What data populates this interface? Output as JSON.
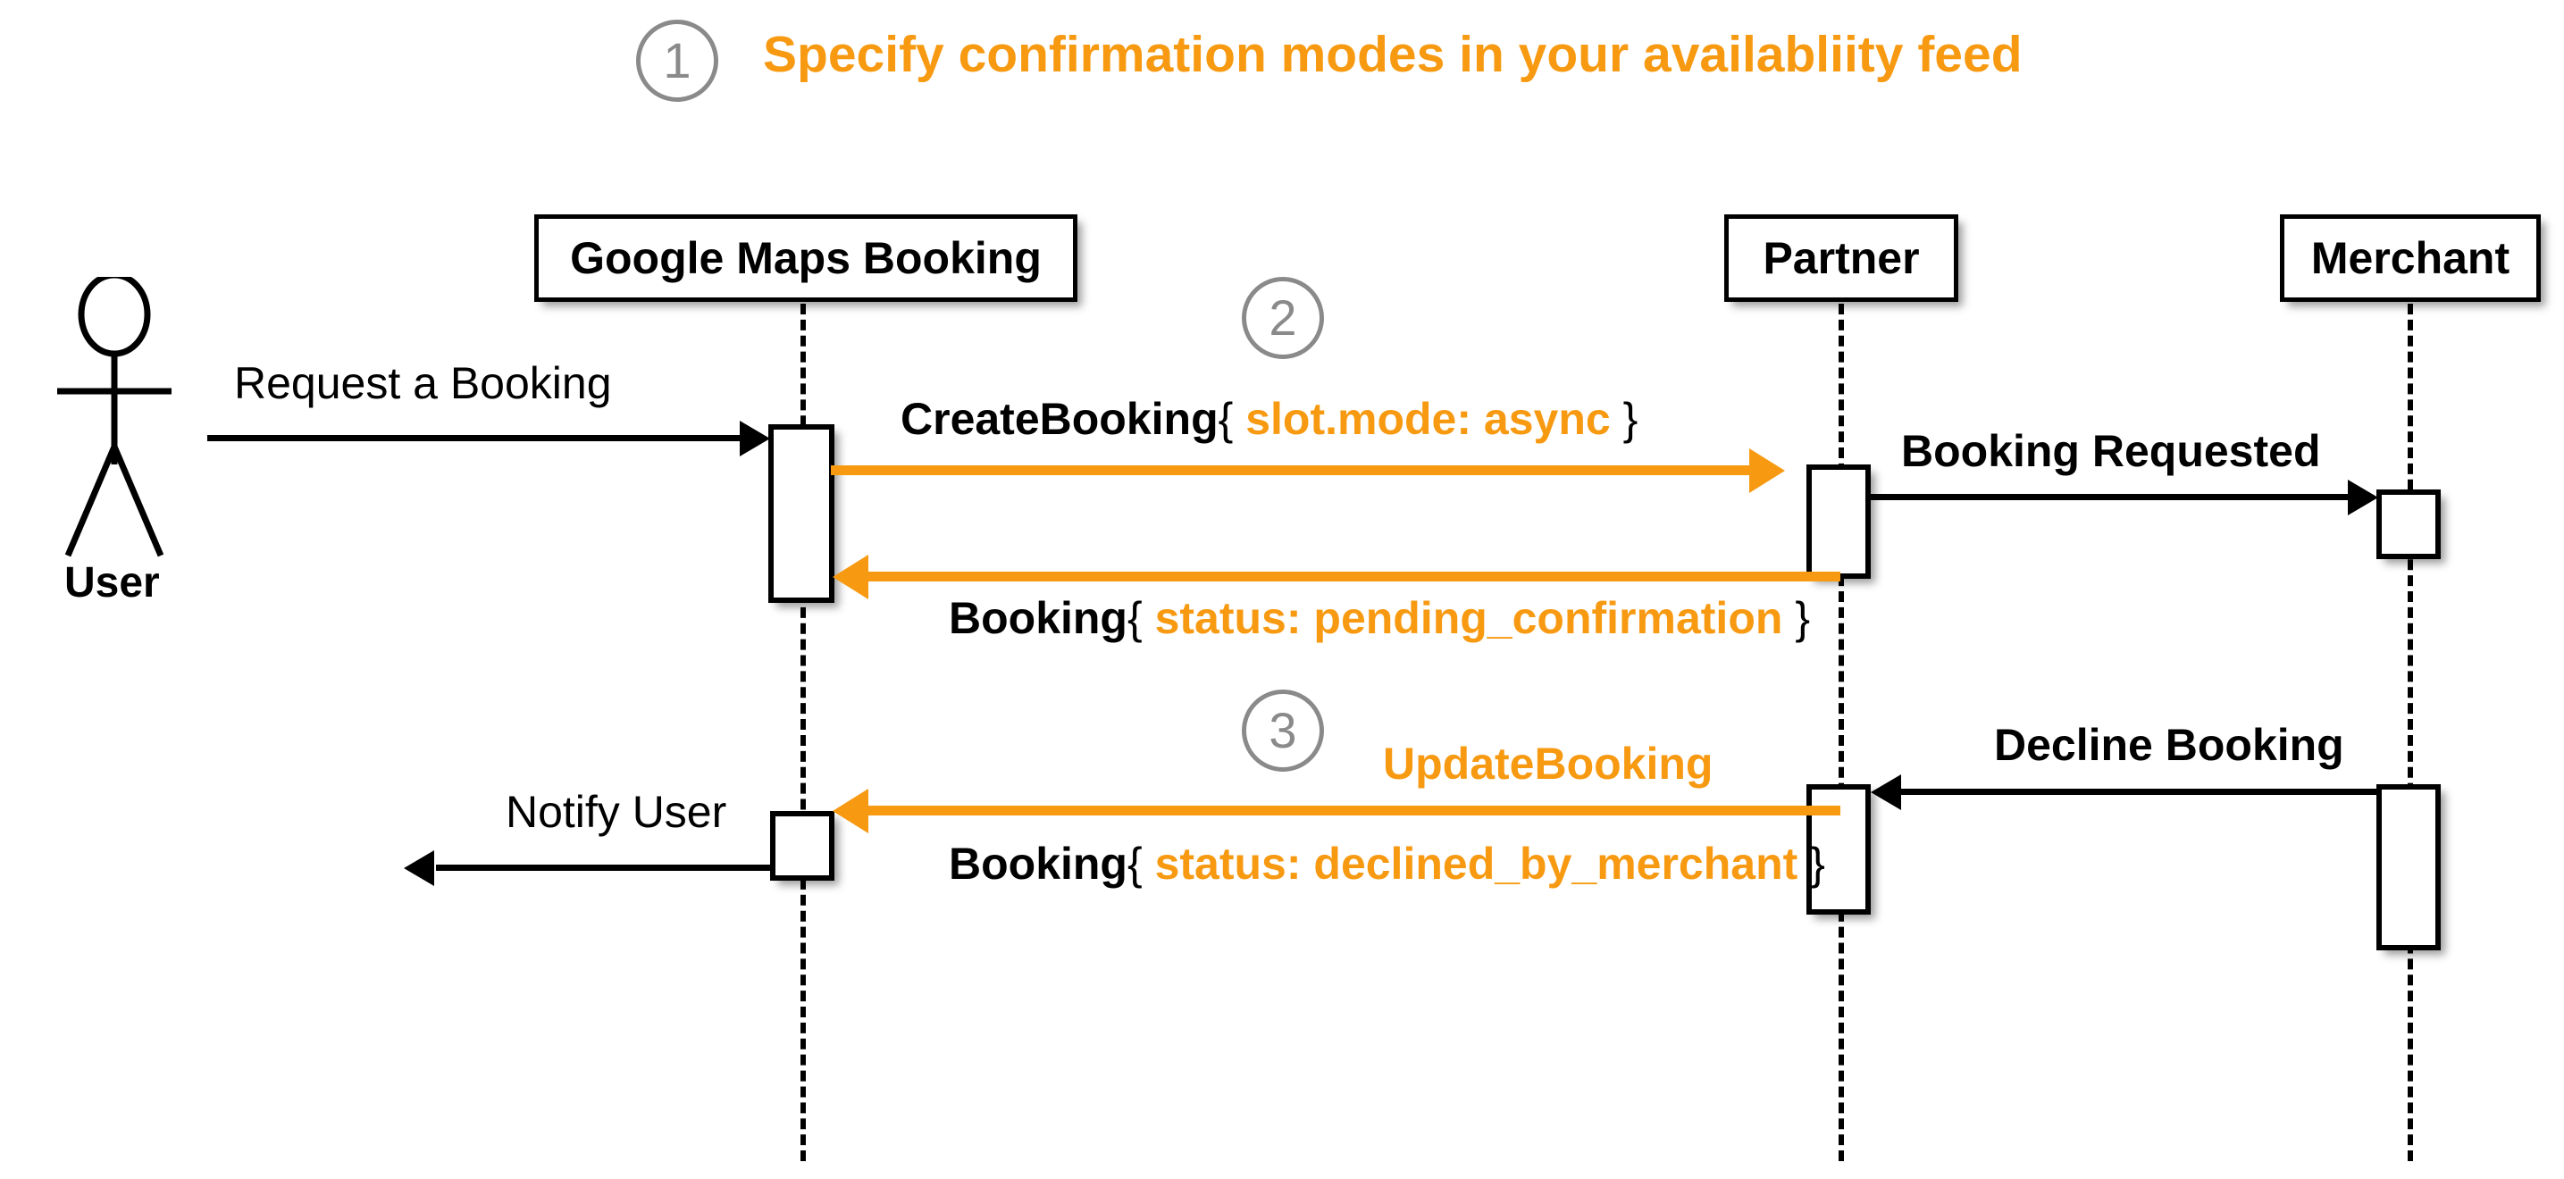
{
  "diagram": {
    "title": "Specify confirmation modes in your availabliity feed",
    "accent_color": "#f79a12",
    "marker_color": "#8a8a8a",
    "line_color": "#000000",
    "background": "#ffffff"
  },
  "steps": [
    {
      "number": "1"
    },
    {
      "number": "2"
    },
    {
      "number": "3"
    }
  ],
  "actor": {
    "label": "User"
  },
  "lifelines": [
    {
      "label": "Google Maps Booking"
    },
    {
      "label": "Partner"
    },
    {
      "label": "Merchant"
    }
  ],
  "messages": [
    {
      "id": "request-a-booking",
      "label": "Request a Booking",
      "style": "plain-black",
      "direction": "right",
      "from": "User",
      "to": "Google Maps Booking"
    },
    {
      "id": "create-booking",
      "label_prefix": "CreateBooking",
      "brace_open": "{",
      "label_value": "slot.mode: async",
      "brace_close": "}",
      "style": "bold-black-with-orange-value",
      "direction": "right",
      "from": "Google Maps Booking",
      "to": "Partner"
    },
    {
      "id": "booking-requested",
      "label": "Booking Requested",
      "style": "bold-black",
      "direction": "right",
      "from": "Partner",
      "to": "Merchant"
    },
    {
      "id": "booking-pending-confirmation",
      "label_prefix": "Booking",
      "brace_open": "{",
      "label_value": "status: pending_confirmation",
      "brace_close": "}",
      "style": "bold-black-with-orange-value",
      "direction": "left",
      "from": "Partner",
      "to": "Google Maps Booking"
    },
    {
      "id": "decline-booking",
      "label": "Decline Booking",
      "style": "bold-black",
      "direction": "left",
      "from": "Merchant",
      "to": "Partner"
    },
    {
      "id": "update-booking",
      "label": "UpdateBooking",
      "style": "bold-orange",
      "direction": "left",
      "from": "Partner",
      "to": "Google Maps Booking"
    },
    {
      "id": "booking-declined-by-merchant",
      "label_prefix": "Booking",
      "brace_open": "{",
      "label_value": "status: declined_by_merchant",
      "brace_close": "}",
      "style": "bold-black-with-orange-value",
      "direction": "left",
      "from": "Partner",
      "to": "Google Maps Booking"
    },
    {
      "id": "notify-user",
      "label": "Notify User",
      "style": "plain-black",
      "direction": "left",
      "from": "Google Maps Booking",
      "to": "User"
    }
  ]
}
